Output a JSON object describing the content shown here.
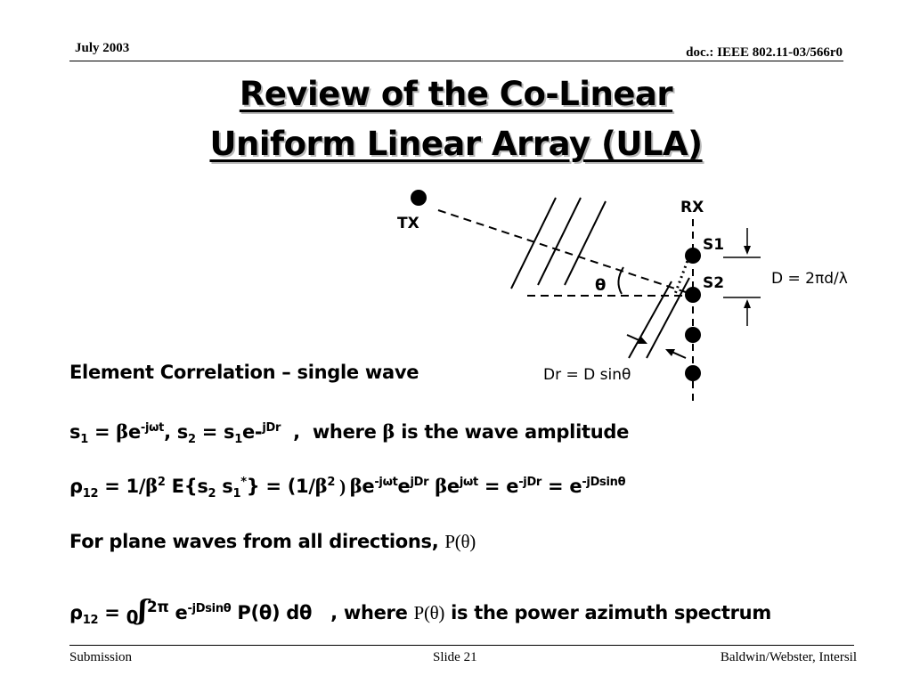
{
  "header": {
    "date": "July 2003",
    "doc_id": "doc.: IEEE 802.11-03/566r0"
  },
  "title": {
    "line1": "Review of the Co-Linear",
    "line2": "Uniform Linear Array (ULA)"
  },
  "diagram": {
    "tx_label": "TX",
    "rx_label": "RX",
    "s1_label": "S1",
    "s2_label": "S2",
    "theta_label": "θ",
    "spacing_label": "D = 2πd/λ",
    "dr_label": "Dr = D sinθ"
  },
  "content": {
    "heading": "Element Correlation – single wave",
    "eq1": {
      "s": "s",
      "one": "1",
      "eq": " = ",
      "beta": "β",
      "e": "e",
      "exp1": "-jωt",
      "mid": ",  s",
      "two": "2",
      "eq2": " = s",
      "one2": "1",
      "e2": "e-",
      "exp2": "jDr",
      "tail": "  ,  where ",
      "beta2": "β",
      "tail2": " is the wave amplitude"
    },
    "eq2": {
      "rho": "ρ",
      "sub": "12",
      "a": " = 1/",
      "beta": "β",
      "sq": "2",
      "b": " E{s",
      "s2sub": "2",
      "c": " s",
      "s1sub": "1",
      "star": "*",
      "d": "} = (1/",
      "beta2": "β",
      "sq2": "2",
      "paren": " ) ",
      "beta3": "β",
      "e1": "e",
      "x1": "-jωt",
      "e2": "e",
      "x2": "jDr",
      "beta4": "β",
      "e3": "e",
      "x3": "jωt",
      "f": " = e",
      "x4": "-jDr",
      "g": " = e",
      "x5": "-jDsinθ"
    },
    "line3": {
      "text": "For plane waves from all directions, ",
      "p": "P",
      "arg": "(θ)"
    },
    "eq4": {
      "rho": "ρ",
      "sub": "12",
      "a": " = ",
      "lower": "0",
      "integral": "ʃ",
      "upper": "2π",
      "e": " e",
      "exp": "-jDsinθ",
      "b": " P(θ) dθ   , where ",
      "p": "P",
      "arg": "(θ)",
      "tail": " is the power azimuth spectrum"
    }
  },
  "footer": {
    "left": "Submission",
    "center": "Slide 21",
    "right": "Baldwin/Webster, Intersil"
  }
}
